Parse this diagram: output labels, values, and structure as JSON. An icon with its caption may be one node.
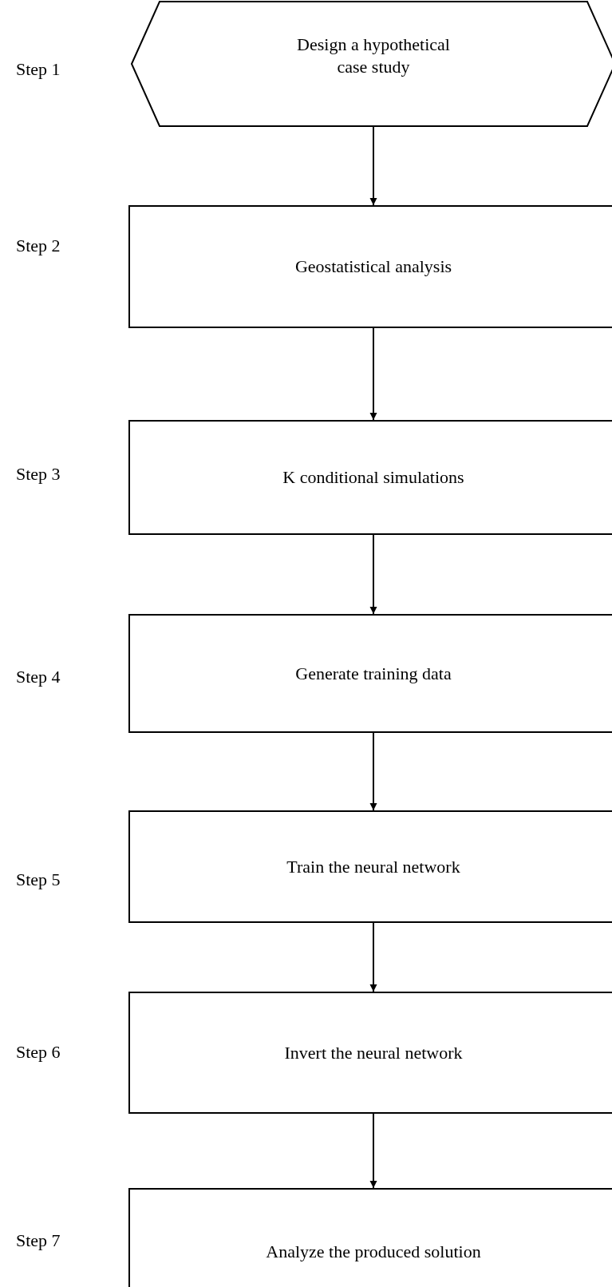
{
  "diagram": {
    "nodes": [
      {
        "text": [
          "Design a hypothetical case study"
        ]
      },
      {
        "text": [
          "Geostatistical analysis"
        ]
      },
      {
        "text": [
          "K conditional simulations"
        ]
      },
      {
        "text": [
          "Generate training data"
        ]
      },
      {
        "text": [
          "Train the neural network"
        ]
      },
      {
        "text": [
          "Invert the neural network"
        ]
      },
      {
        "text": [
          "Analyze the produced solution"
        ]
      }
    ],
    "edges": [
      {
        "from": 0,
        "to": 1,
        "arrow": "to"
      },
      {
        "from": 1,
        "to": 2,
        "arrow": "to"
      },
      {
        "from": 2,
        "to": 3,
        "arrow": "to"
      },
      {
        "from": 3,
        "to": 4,
        "arrow": "to"
      },
      {
        "from": 4,
        "to": 5,
        "arrow": "to"
      },
      {
        "from": 5,
        "to": 6,
        "arrow": "to"
      }
    ],
    "labels": [
      "Step 1",
      "Step 2",
      "Step 3",
      "Step 4",
      "Step 5",
      "Step 6",
      "Step 7"
    ]
  }
}
